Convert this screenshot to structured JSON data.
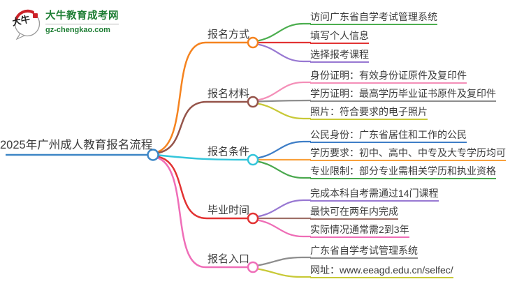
{
  "logo": {
    "icon_text": "大牛",
    "title": "大牛教育成考网",
    "domain": "gz-chengkao.com"
  },
  "theme": {
    "text_color": "#3c3c3c",
    "background": "#ffffff",
    "logo_green": "#1e7e34",
    "logo_red": "#cc2229"
  },
  "central": {
    "title": "2025年广州成人教育报名流程",
    "color": "#3d86c6"
  },
  "branches": [
    {
      "label": "报名方式",
      "color": "#f5831f",
      "children": [
        {
          "text": "访问广东省自学考试管理系统",
          "color": "#4cae4f"
        },
        {
          "text": "填写个人信息",
          "color": "#e23333"
        },
        {
          "text": "选择报考课程",
          "color": "#9878d2"
        }
      ]
    },
    {
      "label": "报名材料",
      "color": "#95544a",
      "children": [
        {
          "text": "身份证明：有效身份证原件及复印件",
          "color": "#f48fb8"
        },
        {
          "text": "学历证明：最高学历毕业证书原件及复印件",
          "color": "#8d8d8d"
        },
        {
          "text": "照片：符合要求的电子照片",
          "color": "#c8c937"
        }
      ]
    },
    {
      "label": "报名条件",
      "color": "#33c5da",
      "children": [
        {
          "text": "公民身份：广东省居住和工作的公民",
          "color": "#3e7ec7"
        },
        {
          "text": "学历要求：初中、高中、中专及大专学历均可",
          "color": "#f9a03c"
        },
        {
          "text": "专业限制：部分专业需相关学历和执业资格",
          "color": "#4aa84e"
        }
      ]
    },
    {
      "label": "毕业时间",
      "color": "#e23333",
      "children": [
        {
          "text": "完成本科自考需通过14门课程",
          "color": "#9878d2"
        },
        {
          "text": "最快可在两年内完成",
          "color": "#9e6f67"
        },
        {
          "text": "实际情况通常需2到3年",
          "color": "#ee6db6"
        }
      ]
    },
    {
      "label": "报名入口",
      "color": "#ef6eb8",
      "children": [
        {
          "text": "广东省自学考试管理系统",
          "color": "#8d8d8d"
        },
        {
          "text": "网址：www.eeagd.edu.cn/selfec/",
          "color": "#c8c937"
        }
      ]
    }
  ]
}
